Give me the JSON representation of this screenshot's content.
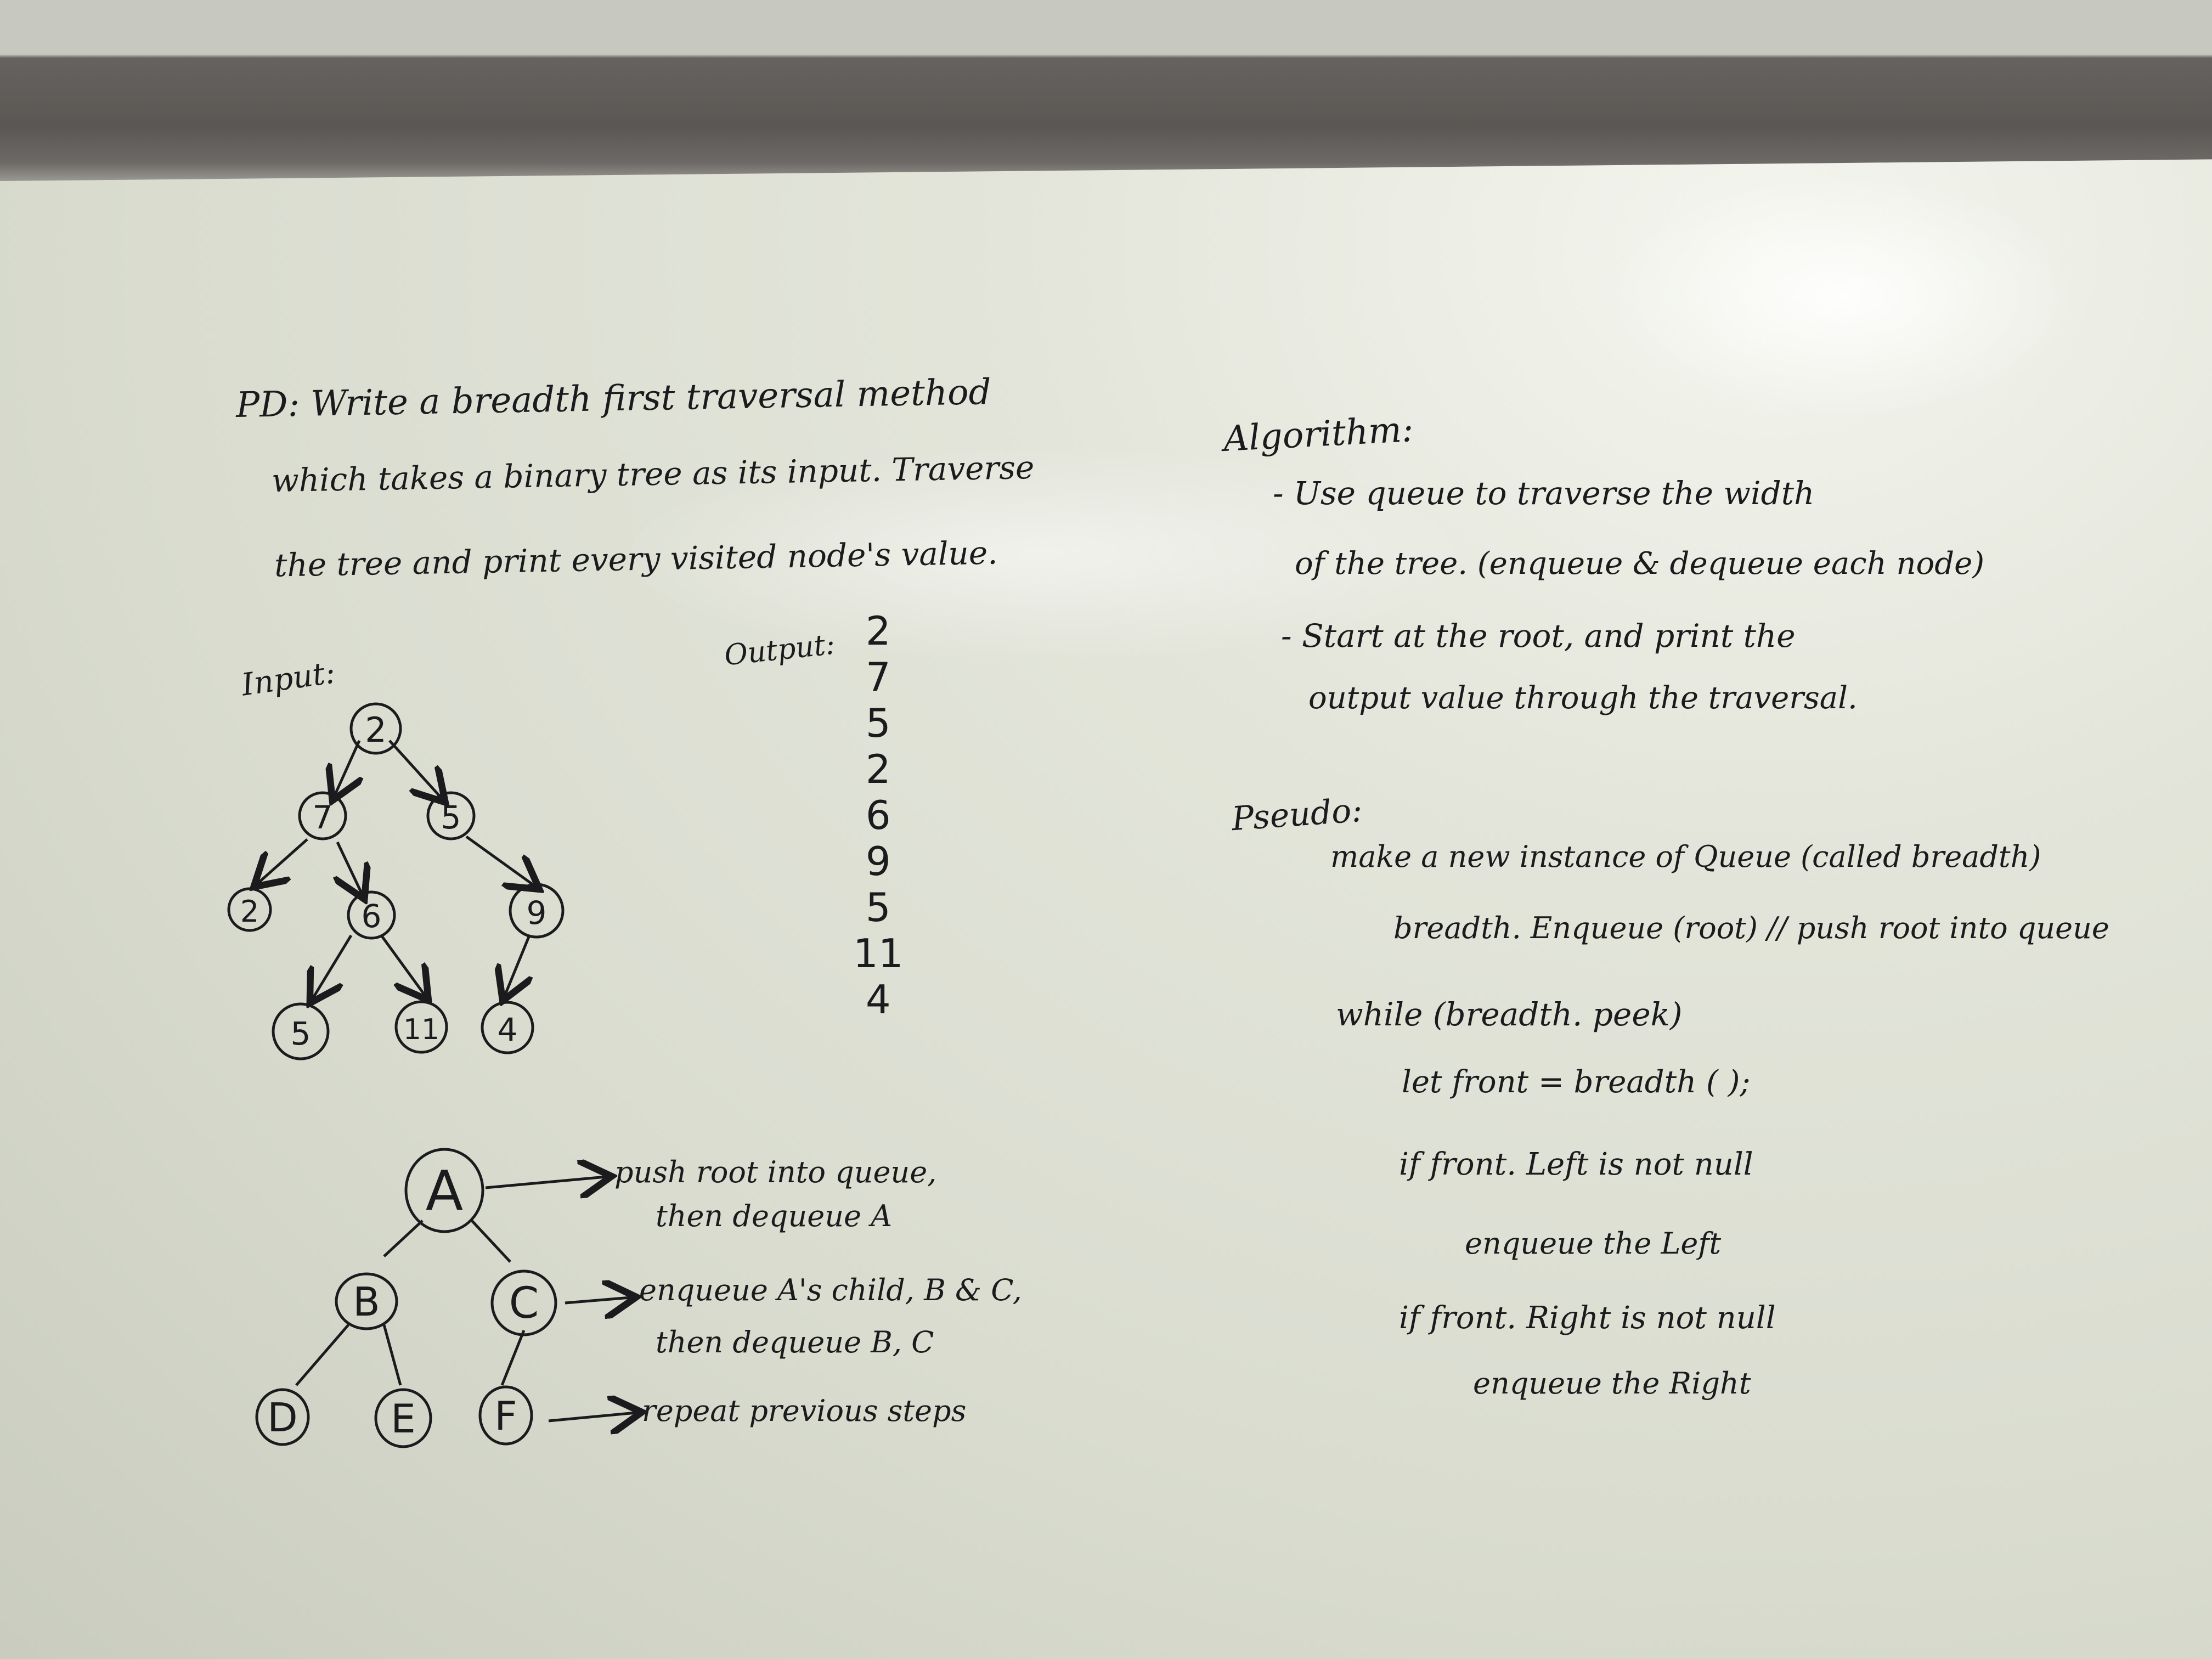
{
  "problem": {
    "line1": "PD: Write a breadth first traversal method",
    "line2": "which takes a binary tree as its input. Traverse",
    "line3": "the tree and print every visited node's value."
  },
  "input_label": "Input:",
  "output_label": "Output:",
  "output_values": [
    "2",
    "7",
    "5",
    "2",
    "6",
    "9",
    "5",
    "11",
    "4"
  ],
  "example_tree": {
    "nodes": [
      "2",
      "7",
      "5",
      "2",
      "6",
      "9",
      "5",
      "11",
      "4"
    ]
  },
  "letter_tree": {
    "nodes": [
      "A",
      "B",
      "C",
      "D",
      "E",
      "F"
    ],
    "notes": [
      {
        "line1": "push root into queue,",
        "line2": "then dequeue A"
      },
      {
        "line1": "enqueue A's child, B & C,",
        "line2": "then dequeue B, C"
      },
      {
        "line1": "repeat previous steps",
        "line2": ""
      }
    ]
  },
  "algorithm": {
    "title": "Algorithm:",
    "lines": [
      "- Use queue to traverse the width",
      "of the tree. (enqueue & dequeue each node)",
      "- Start at the root, and print the",
      "output value through the traversal."
    ]
  },
  "pseudo": {
    "title": "Pseudo:",
    "lines": [
      "make a new instance of Queue (called breadth)",
      "breadth. Enqueue (root) // push root into queue",
      "while (breadth. peek)",
      "let front = breadth ( );",
      "if front. Left is not null",
      "enqueue the Left",
      "if front. Right is not null",
      "enqueue the Right"
    ]
  }
}
